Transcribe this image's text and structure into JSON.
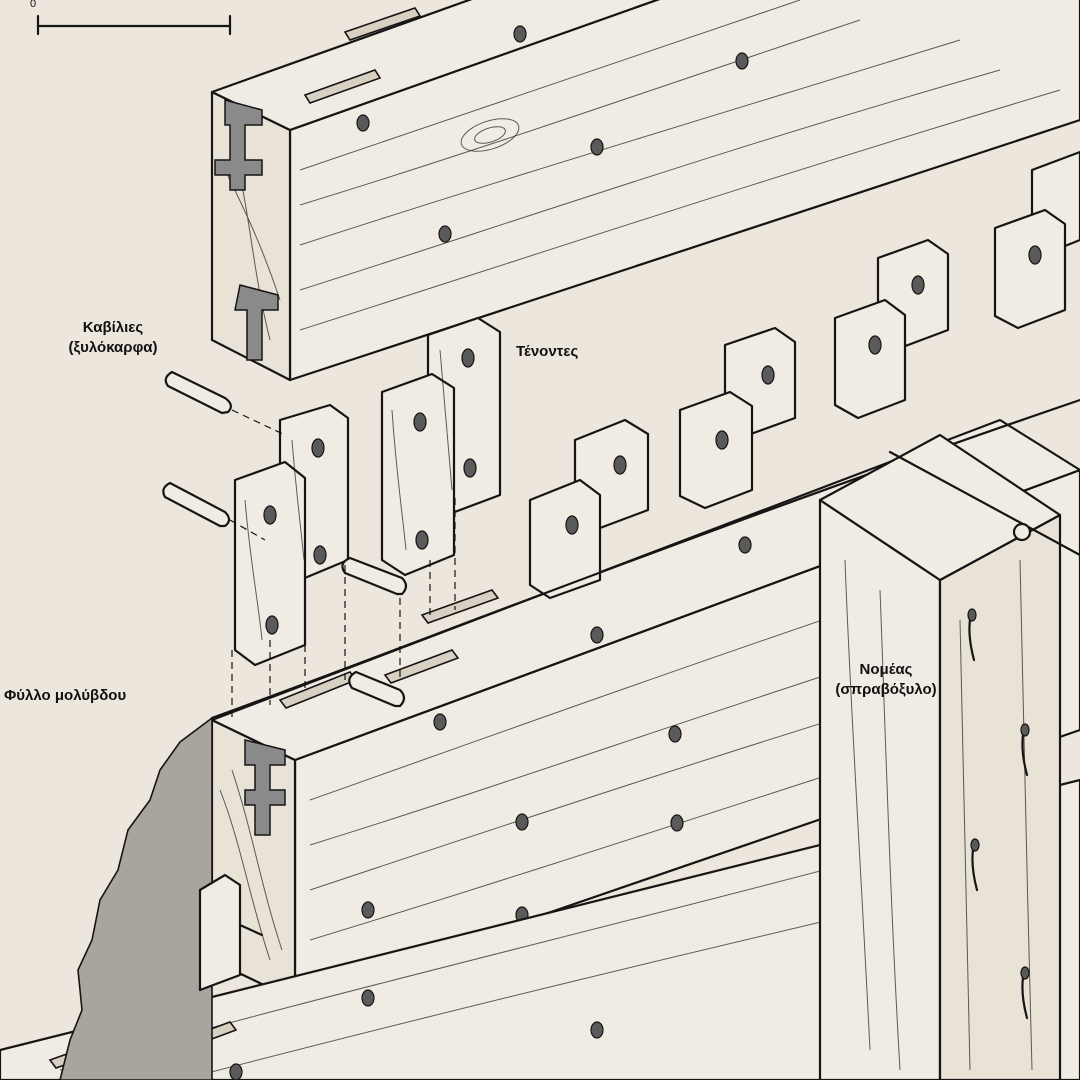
{
  "labels": {
    "dowels": "Καβίλιες",
    "dowels_sub": "(ξυλόκαρφα)",
    "tenons": "Τένοντες",
    "lead_sheet": "Φύλλο μολύβδου",
    "frame": "Νομέας",
    "frame_sub": "(σπραβόξυλο)"
  },
  "scale_bar": {
    "left_label": "0",
    "right_label": ""
  },
  "colors": {
    "background": "#ece6dc",
    "ink": "#151515",
    "lead": "#a9a49d",
    "wood": "#f1ece3"
  }
}
